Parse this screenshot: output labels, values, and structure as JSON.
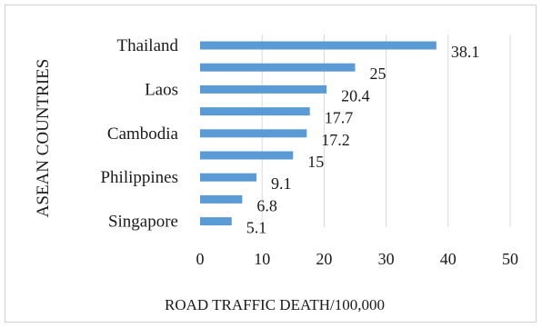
{
  "chart_data": {
    "type": "bar",
    "orientation": "horizontal",
    "categories": [
      "Thailand",
      "",
      "Laos",
      "",
      "Cambodia",
      "",
      "Philippines",
      "",
      "Singapore"
    ],
    "values": [
      38.1,
      25,
      20.4,
      17.7,
      17.2,
      15,
      9.1,
      6.8,
      5.1
    ],
    "value_labels": [
      "38.1",
      "25",
      "20.4",
      "17.7",
      "17.2",
      "15",
      "9.1",
      "6.8",
      "5.1"
    ],
    "xticks": [
      "0",
      "10",
      "20",
      "30",
      "40",
      "50"
    ],
    "xlim": [
      0,
      50
    ],
    "xlabel": "ROAD TRAFFIC DEATH/100,000",
    "ylabel": "ASEAN COUNTRIES",
    "title": "",
    "grid": "vertical",
    "legend": "none",
    "bar_color": "#5b9bd5",
    "grid_color": "#d9d9d9"
  }
}
